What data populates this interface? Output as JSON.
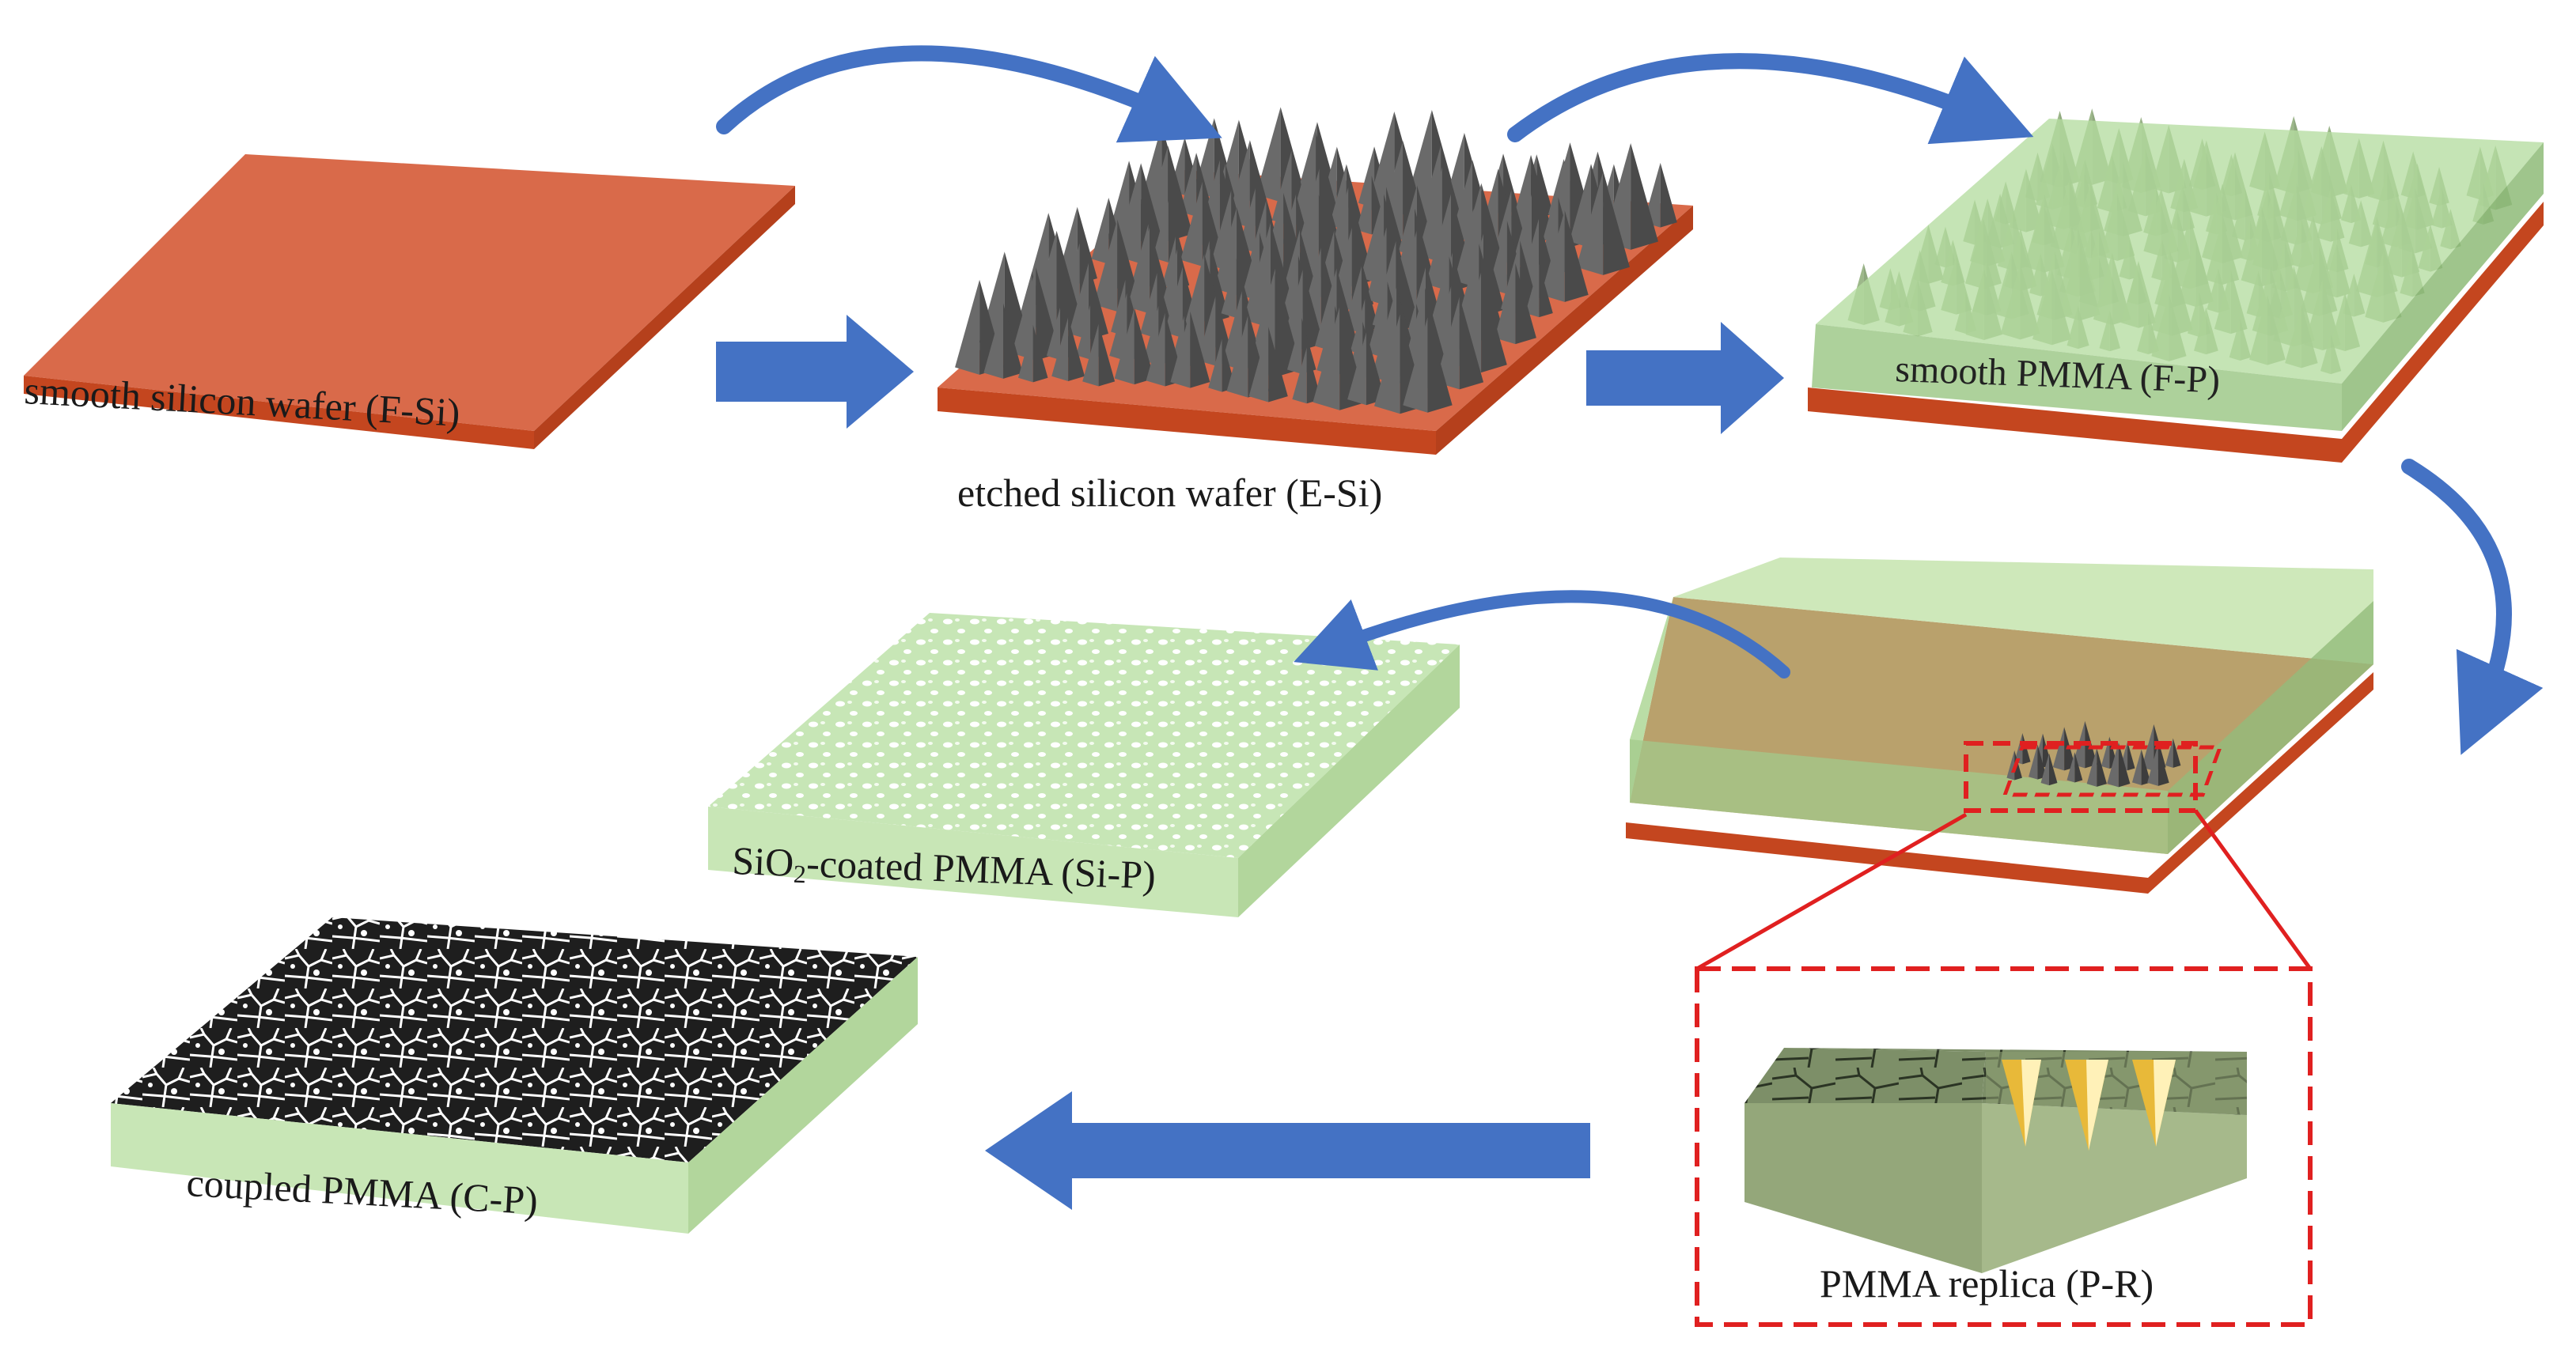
{
  "labels": {
    "flat_si": "smooth silicon wafer (F-Si)",
    "etched_si": "etched silicon wafer (E-Si)",
    "smooth_pmma": "smooth PMMA (F-P)",
    "sio2_prefix": "SiO",
    "sio2_sub": "2",
    "sio2_suffix": "-coated PMMA (Si-P)",
    "pmma_replica": "PMMA replica (P-R)",
    "coupled_pmma": "coupled PMMA (C-P)"
  },
  "colors": {
    "silicon_top": "#d96a4a",
    "silicon_side": "#c4461f",
    "spike": "#555555",
    "pmma_fill": "#b5dca0",
    "pmma_side": "#9fc98a",
    "arrow_blue": "#4472c4",
    "highlight_red": "#e02020",
    "cone_gold": "#e8b939"
  }
}
